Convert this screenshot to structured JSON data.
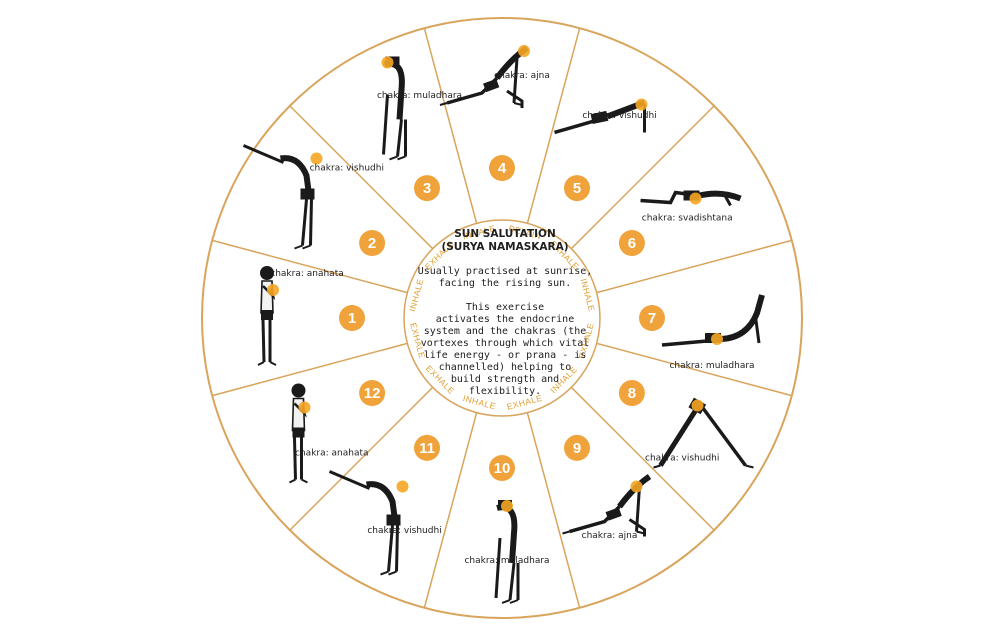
{
  "colors": {
    "accent": "#f0a33a",
    "ring": "#d9a45c",
    "body": "#1a1a1a",
    "chakra": "#f5a623"
  },
  "center": {
    "title_line1": "SUN SALUTATION",
    "title_line2": "(SURYA NAMASKARA)",
    "intro_line1": "Usually practised at sunrise,",
    "intro_line2": "facing the rising sun.",
    "desc_lines": [
      "This exercise",
      "activates the endocrine",
      "system and the chakras (the",
      "vortexes through which vital",
      "life energy - or prana - is",
      "channelled) helping to",
      "build strength and",
      "flexibility."
    ]
  },
  "breaths": [
    "EXHALE",
    "INHALE",
    "EXHALE",
    "INHALE",
    "RETAIN",
    "EXHALE",
    "INHALE",
    "EXHALE",
    "INHALE",
    "EXHALE",
    "INHALE",
    "EXHALE"
  ],
  "poses": [
    {
      "num": "1",
      "chakra": "chakra: anahata",
      "icon": "standing-prayer-pose-icon"
    },
    {
      "num": "2",
      "chakra": "chakra: vishudhi",
      "icon": "raised-arms-pose-icon"
    },
    {
      "num": "3",
      "chakra": "chakra: muladhara",
      "icon": "forward-bend-pose-icon"
    },
    {
      "num": "4",
      "chakra": "chakra: ajna",
      "icon": "lunge-pose-icon"
    },
    {
      "num": "5",
      "chakra": "chakra: vishudhi",
      "icon": "plank-pose-icon"
    },
    {
      "num": "6",
      "chakra": "chakra: svadishtana",
      "icon": "eight-point-pose-icon"
    },
    {
      "num": "7",
      "chakra": "chakra: muladhara",
      "icon": "cobra-pose-icon"
    },
    {
      "num": "8",
      "chakra": "chakra: vishudhi",
      "icon": "downward-dog-pose-icon"
    },
    {
      "num": "9",
      "chakra": "chakra: ajna",
      "icon": "lunge-pose-icon"
    },
    {
      "num": "10",
      "chakra": "chakra: muladhara",
      "icon": "forward-bend-pose-icon"
    },
    {
      "num": "11",
      "chakra": "chakra: vishudhi",
      "icon": "raised-arms-pose-icon"
    },
    {
      "num": "12",
      "chakra": "chakra: anahata",
      "icon": "standing-prayer-pose-icon"
    }
  ]
}
